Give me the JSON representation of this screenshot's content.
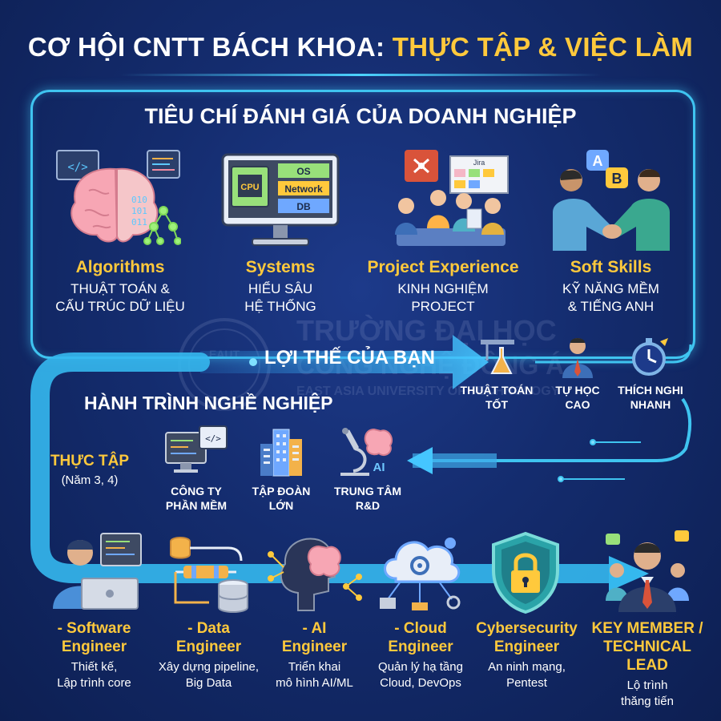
{
  "title": {
    "main": "CƠ HỘI CNTT BÁCH KHOA:",
    "highlight": "THỰC TẬP & VIỆC LÀM"
  },
  "criteria_title": "TIÊU CHÍ ĐÁNH GIÁ CỦA DOANH NGHIỆP",
  "criteria": [
    {
      "heading": "Algorithms",
      "line1": "THUẬT TOÁN &",
      "line2": "CẤU TRÚC DỮ LIỆU",
      "icon": "brain-code-icon"
    },
    {
      "heading": "Systems",
      "line1": "HIỂU SÂU",
      "line2": "HỆ THỐNG",
      "icon": "monitor-cpu-icon",
      "labels": [
        "CPU",
        "OS",
        "Network",
        "DB"
      ]
    },
    {
      "heading": "Project Experience",
      "line1": "KINH NGHIỆM",
      "line2": "PROJECT",
      "icon": "team-project-icon",
      "board_label": "Jira"
    },
    {
      "heading": "Soft Skills",
      "line1": "KỸ NĂNG MỀM",
      "line2": "& TIẾNG ANH",
      "icon": "handshake-icon",
      "bubbles": [
        "A",
        "B"
      ]
    }
  ],
  "watermark": {
    "line1": "TRƯỜNG ĐẠI HỌC",
    "line2": "CÔNG NGHỆ ĐÔNG Á",
    "line3": "EAST ASIA UNIVERSITY OF TECHNOLOGY",
    "seal": "EAUT"
  },
  "advantage": {
    "label": "LỢI THẾ CỦA BẠN",
    "items": [
      {
        "line1": "THUẬT TOÁN",
        "line2": "TỐT",
        "icon": "lab-flask-icon"
      },
      {
        "line1": "TỰ HỌC",
        "line2": "CAO",
        "icon": "person-icon"
      },
      {
        "line1": "THÍCH NGHI",
        "line2": "NHANH",
        "icon": "stopwatch-icon"
      }
    ]
  },
  "journey_title": "HÀNH TRÌNH NGHỀ NGHIỆP",
  "internship": {
    "heading": "THỰC TẬP",
    "sub": "(Năm 3, 4)",
    "places": [
      {
        "line1": "CÔNG TY",
        "line2": "PHẦN MỀM",
        "icon": "code-monitor-icon"
      },
      {
        "line1": "TẬP ĐOÀN",
        "line2": "LỚN",
        "icon": "buildings-icon"
      },
      {
        "line1": "TRUNG TÂM",
        "line2": "R&D",
        "icon": "microscope-ai-icon",
        "ai_label": "AI"
      }
    ]
  },
  "careers": [
    {
      "line1": "- Software",
      "line2": "Engineer",
      "desc1": "Thiết kế,",
      "desc2": "Lập trình core",
      "icon": "developer-laptop-icon"
    },
    {
      "line1": "- Data",
      "line2": "Engineer",
      "desc1": "Xây dựng pipeline,",
      "desc2": "Big Data",
      "icon": "data-pipeline-icon"
    },
    {
      "line1": "- AI",
      "line2": "Engineer",
      "desc1": "Triển khai",
      "desc2": "mô hình AI/ML",
      "icon": "ai-brain-icon"
    },
    {
      "line1": "- Cloud",
      "line2": "Engineer",
      "desc1": "Quản lý hạ tầng",
      "desc2": "Cloud, DevOps",
      "icon": "cloud-gear-icon"
    },
    {
      "line1": "Cybersecurity",
      "line2": "Engineer",
      "desc1": "An ninh mạng,",
      "desc2": "Pentest",
      "icon": "shield-lock-icon"
    },
    {
      "line1": "KEY MEMBER /",
      "line2": "TECHNICAL LEAD",
      "desc1": "Lộ trình",
      "desc2": "thăng tiến",
      "icon": "team-leader-icon"
    }
  ],
  "colors": {
    "accent": "#ffc93c",
    "line": "#3fc4f0",
    "background": "#142c6e"
  }
}
